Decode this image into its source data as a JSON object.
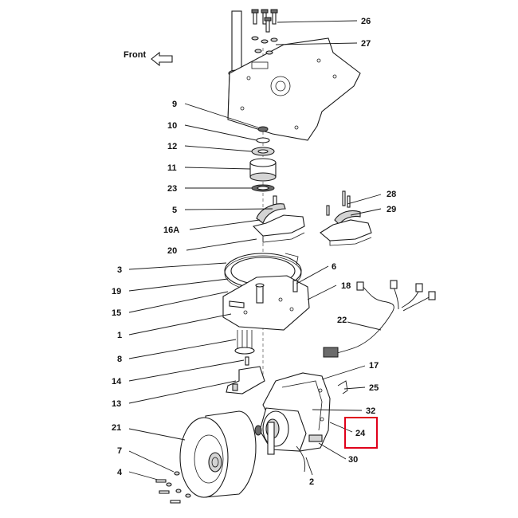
{
  "diagram": {
    "front_label": "Front",
    "highlight": {
      "callout": "24",
      "color": "#e0001b"
    },
    "callouts": [
      {
        "id": "c26",
        "label": "26"
      },
      {
        "id": "c27",
        "label": "27"
      },
      {
        "id": "c9",
        "label": "9"
      },
      {
        "id": "c10",
        "label": "10"
      },
      {
        "id": "c12",
        "label": "12"
      },
      {
        "id": "c11",
        "label": "11"
      },
      {
        "id": "c23",
        "label": "23"
      },
      {
        "id": "c5",
        "label": "5"
      },
      {
        "id": "c16A",
        "label": "16A"
      },
      {
        "id": "c20",
        "label": "20"
      },
      {
        "id": "c3",
        "label": "3"
      },
      {
        "id": "c19",
        "label": "19"
      },
      {
        "id": "c15",
        "label": "15"
      },
      {
        "id": "c1",
        "label": "1"
      },
      {
        "id": "c8",
        "label": "8"
      },
      {
        "id": "c14",
        "label": "14"
      },
      {
        "id": "c13",
        "label": "13"
      },
      {
        "id": "c21",
        "label": "21"
      },
      {
        "id": "c7",
        "label": "7"
      },
      {
        "id": "c4",
        "label": "4"
      },
      {
        "id": "c28",
        "label": "28"
      },
      {
        "id": "c29",
        "label": "29"
      },
      {
        "id": "c6",
        "label": "6"
      },
      {
        "id": "c18",
        "label": "18"
      },
      {
        "id": "c22",
        "label": "22"
      },
      {
        "id": "c17",
        "label": "17"
      },
      {
        "id": "c25",
        "label": "25"
      },
      {
        "id": "c32",
        "label": "32"
      },
      {
        "id": "c24",
        "label": "24"
      },
      {
        "id": "c30",
        "label": "30"
      },
      {
        "id": "c2",
        "label": "2"
      }
    ]
  }
}
